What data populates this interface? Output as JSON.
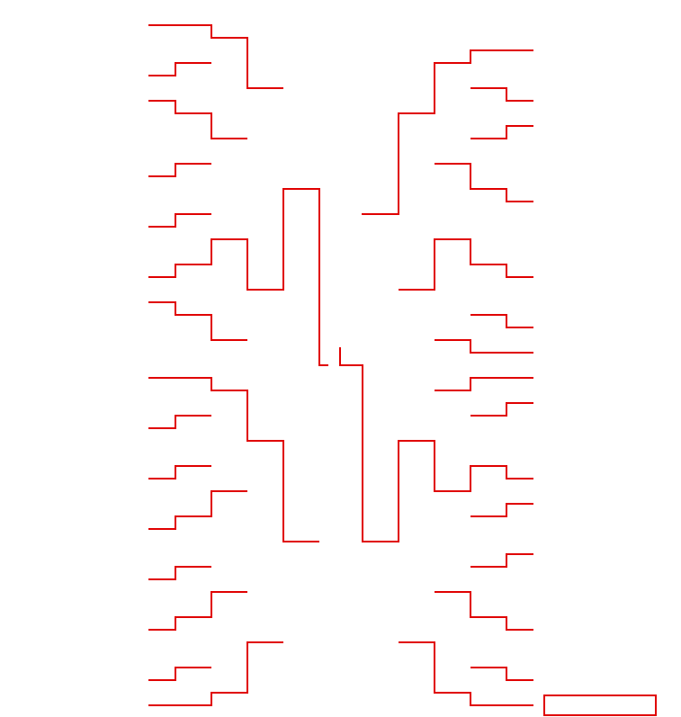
{
  "diagram": {
    "type": "tournament-bracket",
    "line_color": "#e00000",
    "background": "#ffffff",
    "rounds": 6,
    "left_half_first_round_slots": 28,
    "right_half_first_round_slots": 28,
    "champion_box": {
      "label": ""
    }
  }
}
